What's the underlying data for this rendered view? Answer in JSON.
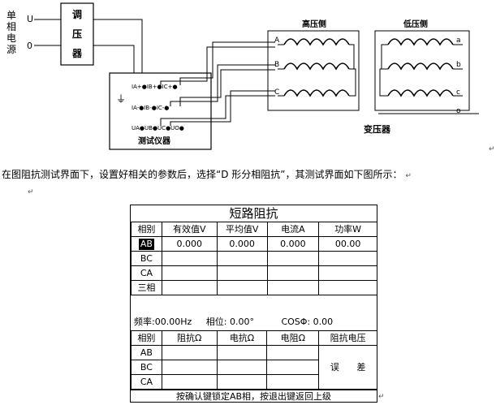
{
  "diagram": {
    "source_label": "单相电源",
    "terminal_u": "U",
    "terminal_o": "0",
    "regulator": "调压器",
    "instrument_top_terminals": "IA+ IB+ IC+",
    "instrument_mid_terminals": "IA- IB- IC-",
    "instrument_bottom_terminals": "UA UB UC UO",
    "ground_symbol": "⏚",
    "instrument_label": "测试仪器",
    "hv_label": "高压侧",
    "lv_label": "低压侧",
    "phase_a": "A",
    "phase_b": "B",
    "phase_c": "C",
    "lv_a": "a",
    "lv_b": "b",
    "lv_c": "c",
    "lv_o": "o",
    "transformer_label": "变压器"
  },
  "paragraph": "在图阻抗测试界面下，设置好相关的参数后，选择“D 形分相阻抗”，其测试界面如下图所示：",
  "para_mark": "↵",
  "screen": {
    "title": "短路阻抗",
    "headers": [
      "相别",
      "有效值V",
      "平均值V",
      "电流A",
      "功率W"
    ],
    "rows": [
      {
        "phase": "AB",
        "rms": "0.000",
        "avg": "0.000",
        "current": "0.000",
        "power": "00.00"
      },
      {
        "phase": "BC",
        "rms": "",
        "avg": "",
        "current": "",
        "power": ""
      },
      {
        "phase": "CA",
        "rms": "",
        "avg": "",
        "current": "",
        "power": ""
      },
      {
        "phase": "三相",
        "rms": "",
        "avg": "",
        "current": "",
        "power": ""
      }
    ],
    "freq": "频率:00.00Hz",
    "angle": "相位: 0.00°",
    "cos": "COSΦ: 0.00",
    "headers2": [
      "相别",
      "阻抗Ω",
      "电抗Ω",
      "电阻Ω",
      "阻抗电压"
    ],
    "rows2": [
      "AB",
      "BC",
      "CA"
    ],
    "error_label_1": "误",
    "error_label_2": "差",
    "footer": "按确认键锁定AB相，按退出键返回上级"
  }
}
